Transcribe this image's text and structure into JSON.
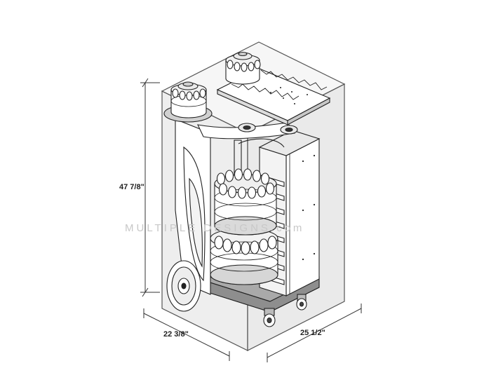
{
  "dimensions": {
    "height": "47 7/8\"",
    "depth": "22 3/8\"",
    "width": "25 1/2\""
  },
  "watermark": "MULTIPLE DESIGNS.com",
  "colors": {
    "line": "#222222",
    "box": "#555555",
    "shade": "#a9a9a9",
    "light_shade": "#d9d9d9",
    "watermark": "#c8c8c8"
  }
}
